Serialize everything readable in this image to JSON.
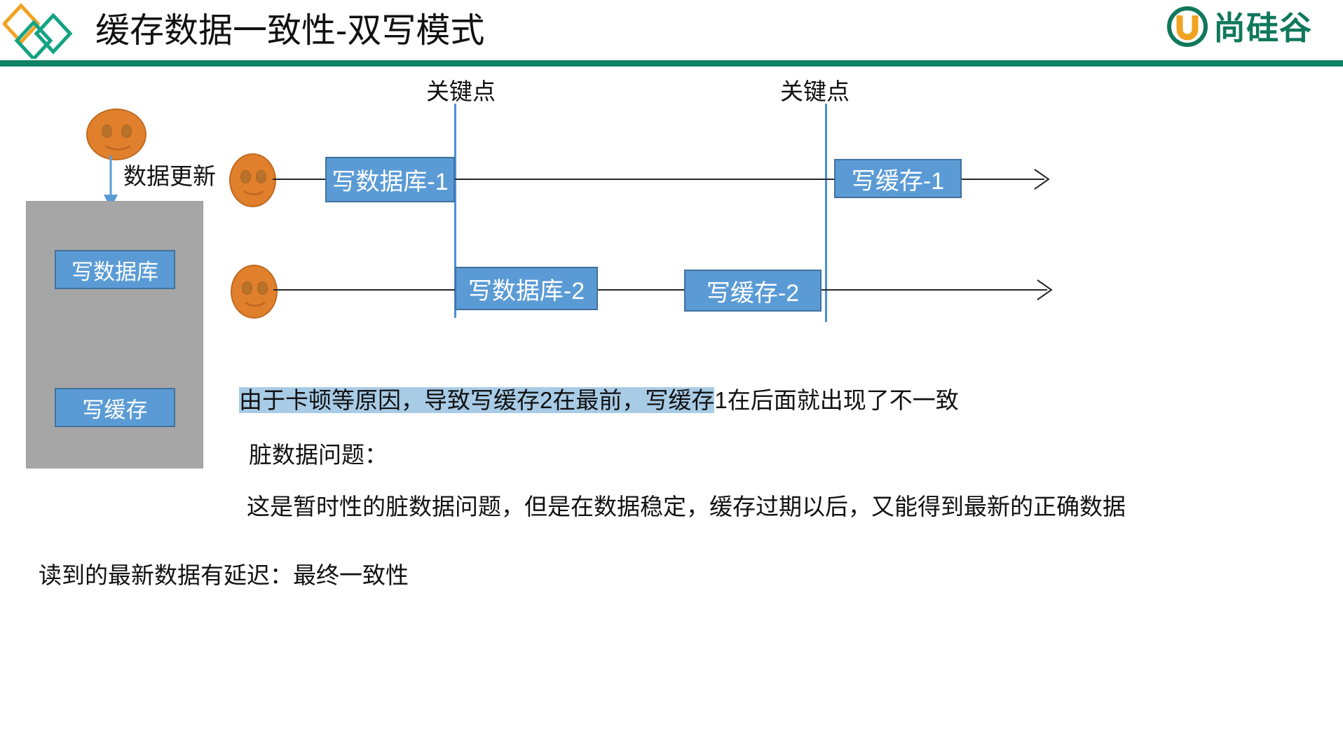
{
  "header": {
    "title": "缓存数据一致性-双写模式",
    "brand_name": "尚硅谷",
    "logo_icon": "diamond-logo-icon",
    "brand_icon": "atguigu-u-icon",
    "rule_color": "#108265",
    "diamond_orange": "#f0a322",
    "diamond_teal": "#14a383"
  },
  "diagram": {
    "keypoints": [
      {
        "label": "关键点"
      },
      {
        "label": "关键点"
      }
    ],
    "update_arrow_label": "数据更新",
    "panel": {
      "fill_color": "#a6a6a6",
      "items": [
        {
          "label": "写数据库"
        },
        {
          "label": "写缓存"
        }
      ]
    },
    "actors": [
      {
        "name": "user-face-panel"
      },
      {
        "name": "user-face-row1"
      },
      {
        "name": "user-face-row2"
      }
    ],
    "timelines": [
      {
        "name": "timeline-row-1",
        "steps": [
          {
            "label": "写数据库-1"
          },
          {
            "label": "写缓存-1"
          }
        ]
      },
      {
        "name": "timeline-row-2",
        "steps": [
          {
            "label": "写数据库-2"
          },
          {
            "label": "写缓存-2"
          }
        ]
      }
    ],
    "box_fill_color": "#5b9bd5",
    "box_border_color": "#41719c",
    "keyline_color": "#4a90d9",
    "face_color": "#e0802c"
  },
  "notes": {
    "highlighted_part": "由于卡顿等原因，导致写缓存2在最前，写缓存",
    "highlight_color": "#a8cbe6",
    "rest_part": "1在后面就出现了不一致",
    "line2": "脏数据问题：",
    "line3": "这是暂时性的脏数据问题，但是在数据稳定，缓存过期以后，又能得到最新的正确数据",
    "line4": "读到的最新数据有延迟：最终一致性"
  }
}
